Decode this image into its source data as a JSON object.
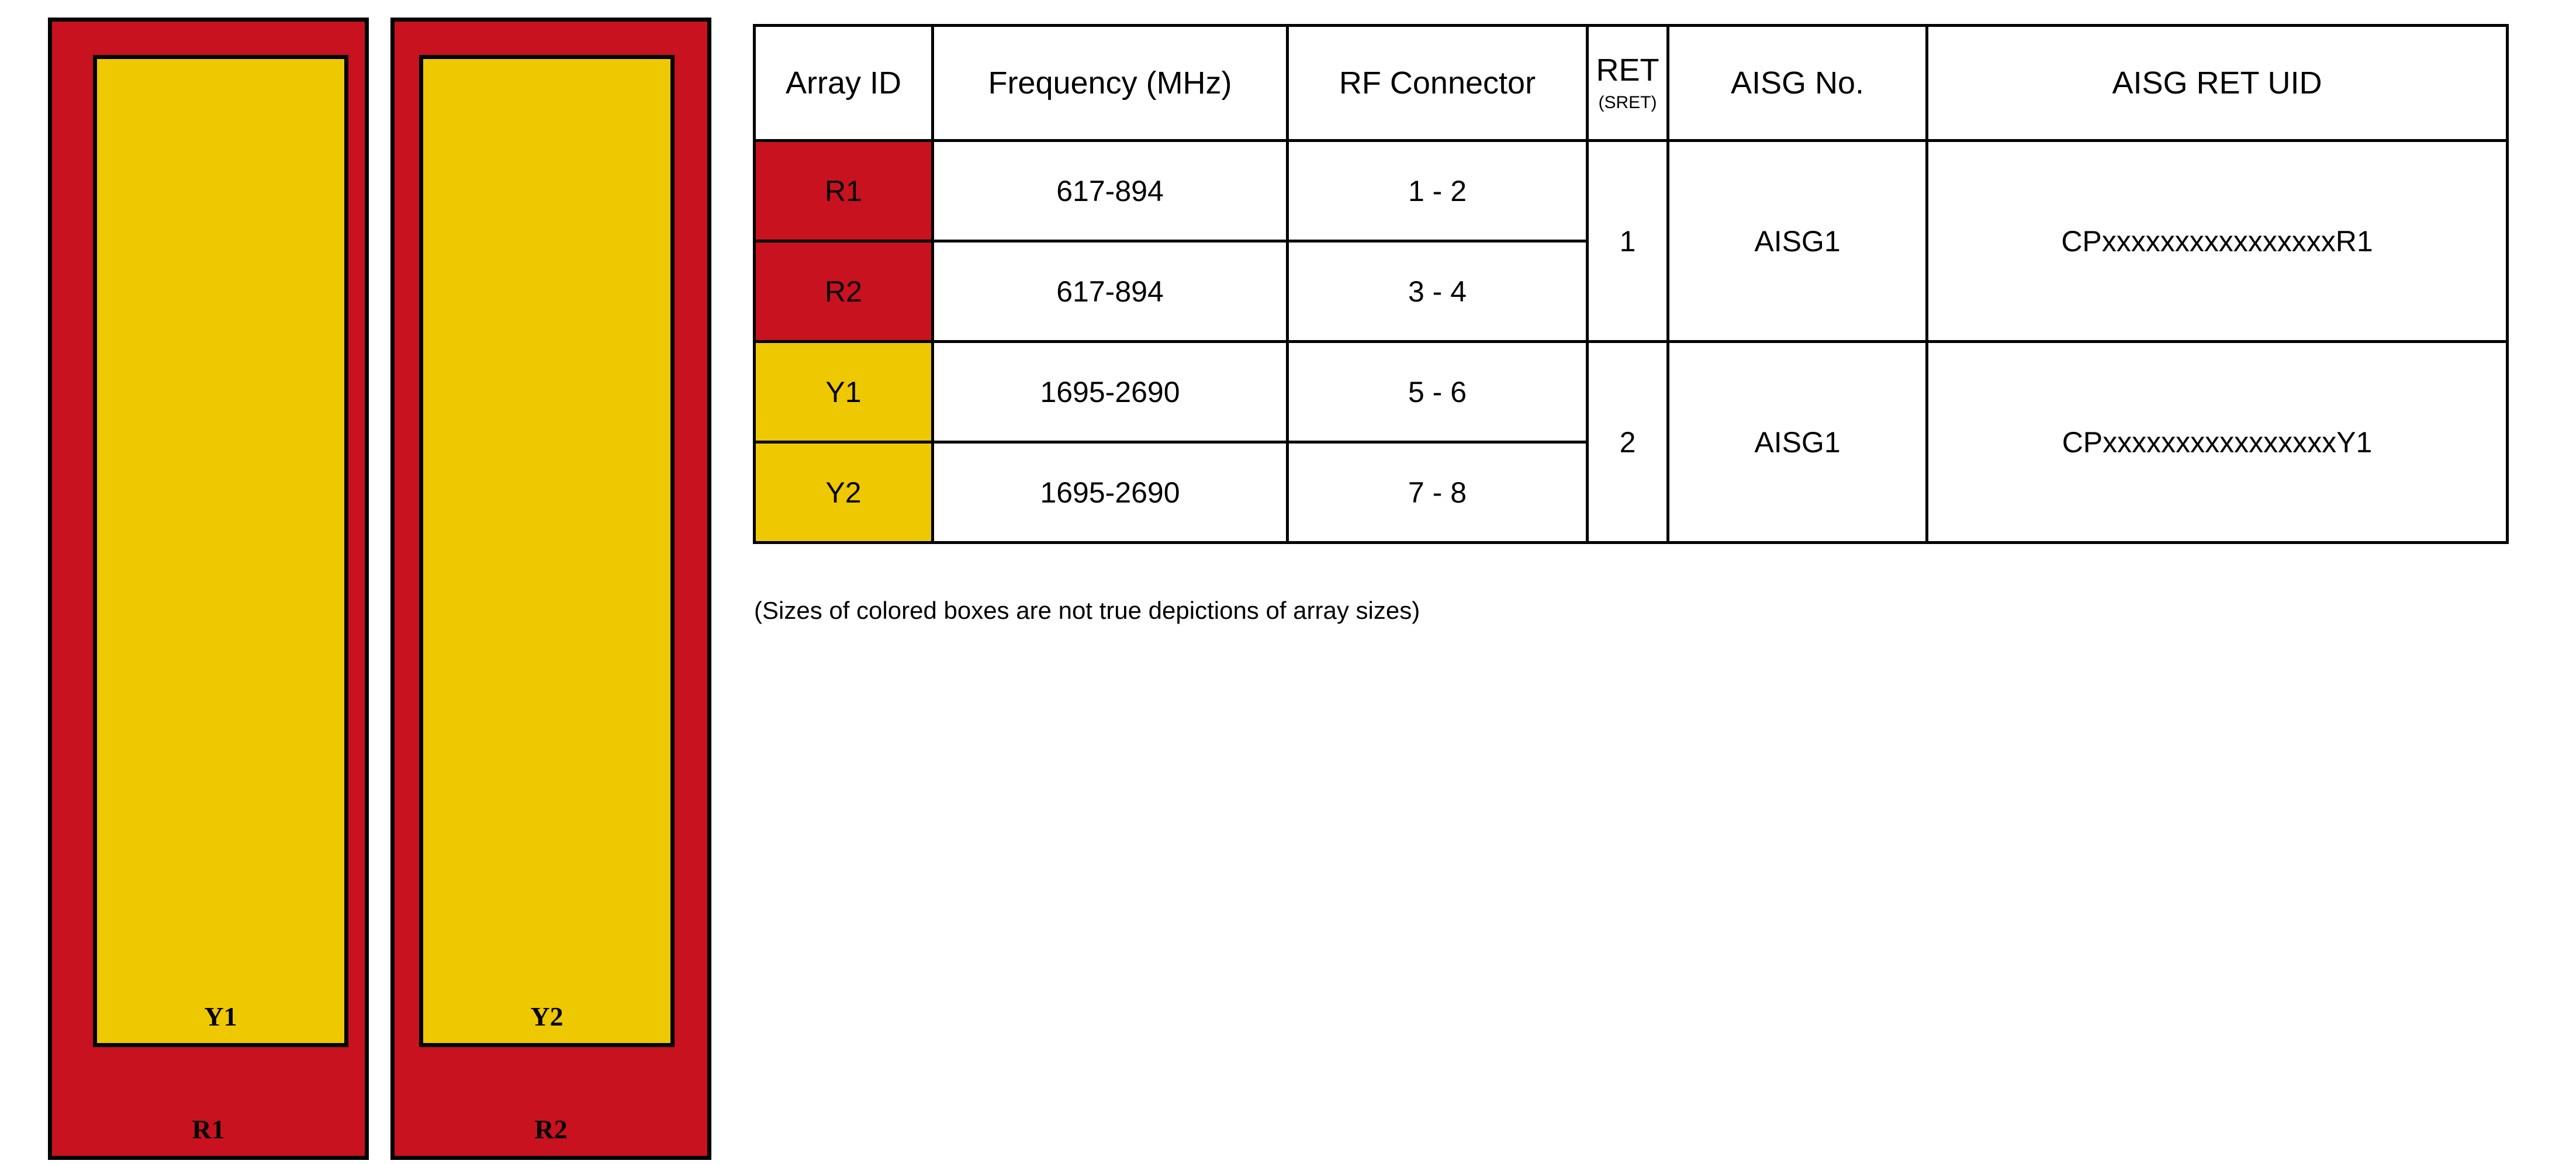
{
  "diagram": {
    "note": "(Sizes of colored boxes are not true depictions of array sizes)",
    "colors": {
      "red": "#C8121F",
      "yellow": "#EEC800",
      "outline": "#000000"
    },
    "arrays": [
      {
        "outer_label": "R1",
        "inner_label": "Y1"
      },
      {
        "outer_label": "R2",
        "inner_label": "Y2"
      }
    ]
  },
  "table": {
    "headers": {
      "array_id": "Array ID",
      "frequency": "Frequency (MHz)",
      "rf_connector": "RF Connector",
      "ret_main": "RET",
      "ret_sub": "(SRET)",
      "aisg_no": "AISG No.",
      "aisg_ret_uid": "AISG RET UID"
    },
    "rows": [
      {
        "array_id": "R1",
        "frequency": "617-894",
        "rf_connector": "1 - 2",
        "swatch": "red"
      },
      {
        "array_id": "R2",
        "frequency": "617-894",
        "rf_connector": "3 - 4",
        "swatch": "red"
      },
      {
        "array_id": "Y1",
        "frequency": "1695-2690",
        "rf_connector": "5 - 6",
        "swatch": "yellow"
      },
      {
        "array_id": "Y2",
        "frequency": "1695-2690",
        "rf_connector": "7 - 8",
        "swatch": "yellow"
      }
    ],
    "groups": [
      {
        "ret": "1",
        "aisg_no": "AISG1",
        "aisg_ret_uid": "CPxxxxxxxxxxxxxxxxR1"
      },
      {
        "ret": "2",
        "aisg_no": "AISG1",
        "aisg_ret_uid": "CPxxxxxxxxxxxxxxxxY1"
      }
    ]
  }
}
